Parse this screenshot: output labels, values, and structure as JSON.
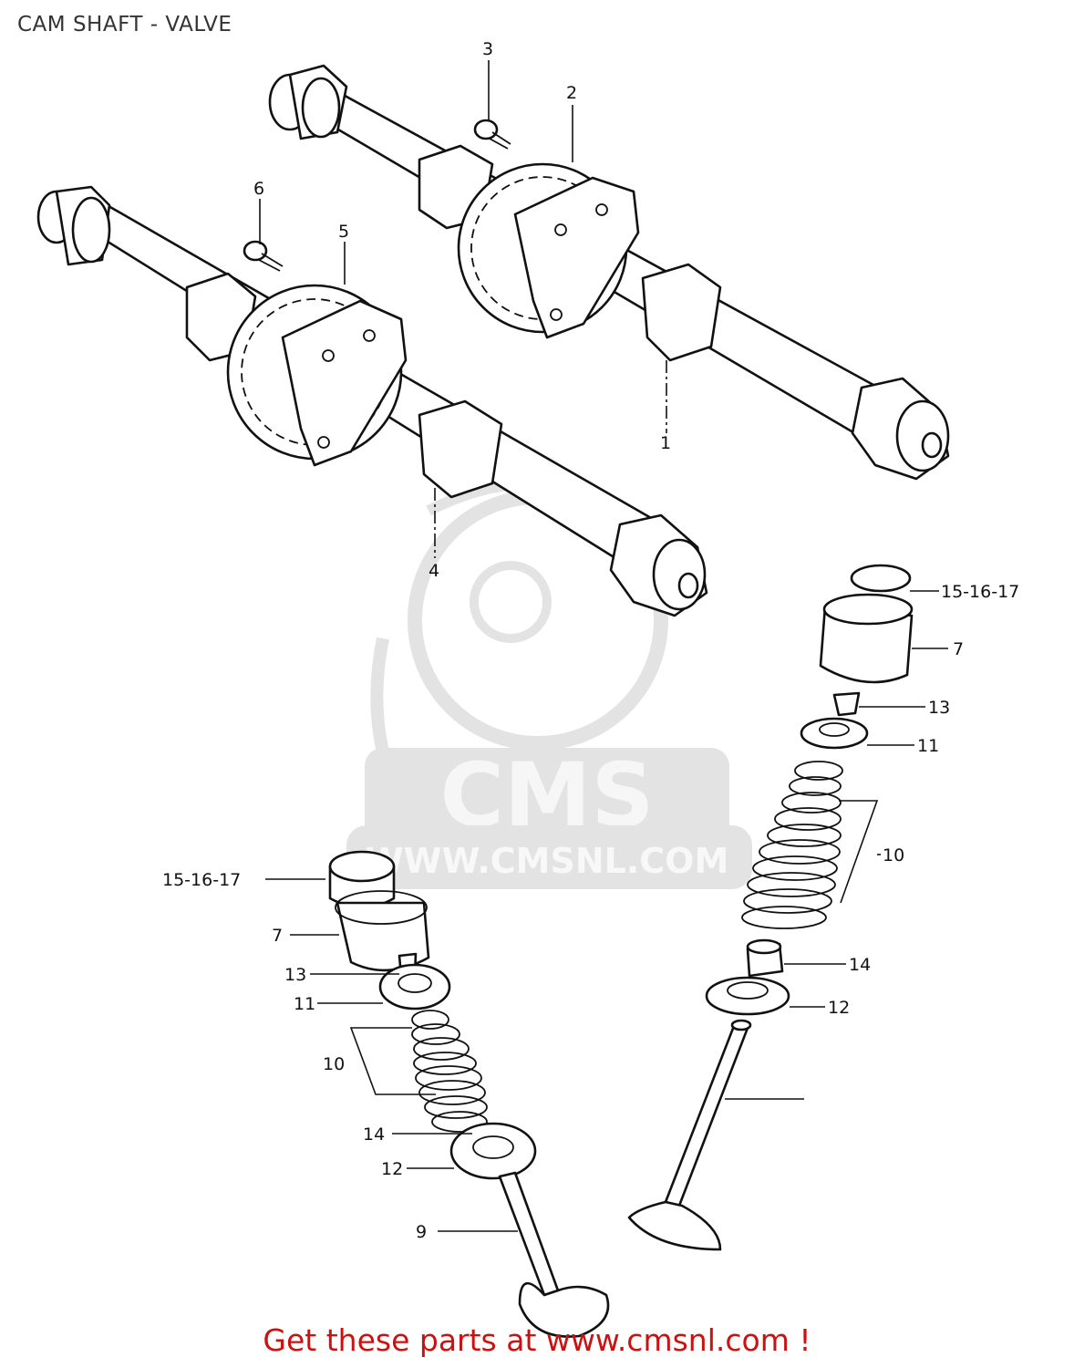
{
  "title": "CAM SHAFT - VALVE",
  "footer": "Get these parts at www.cmsnl.com !",
  "watermark": {
    "logo_text": "CMS",
    "url_text": "WWW.CMSNL.COM"
  },
  "callouts": {
    "c1": "1",
    "c2": "2",
    "c3": "3",
    "c4": "4",
    "c5": "5",
    "c6": "6",
    "r_15": "15-16-17",
    "r_7": "7",
    "r_13": "13",
    "r_11": "11",
    "r_10": "10",
    "r_14": "14",
    "r_12": "12",
    "l_15": "15-16-17",
    "l_7": "7",
    "l_13": "13",
    "l_11": "11",
    "l_10": "10",
    "l_14": "14",
    "l_12": "12",
    "l_9": "9"
  },
  "colors": {
    "footer": "#cc1111",
    "line": "#111111",
    "watermark": "#e3e3e3"
  }
}
